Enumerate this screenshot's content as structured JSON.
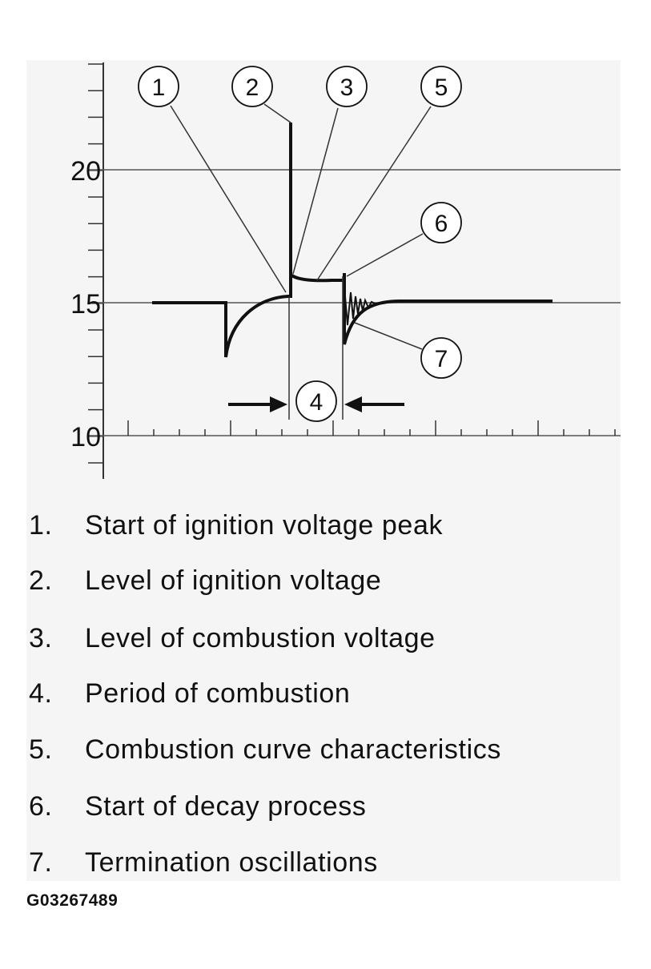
{
  "axis": {
    "y_ticks": [
      "20",
      "15",
      "10"
    ]
  },
  "callouts": [
    "1",
    "2",
    "3",
    "5",
    "6",
    "7",
    "4"
  ],
  "legend": [
    {
      "num": "1.",
      "text": "Start of ignition voltage peak"
    },
    {
      "num": "2.",
      "text": "Level of ignition voltage"
    },
    {
      "num": "3.",
      "text": "Level of combustion voltage"
    },
    {
      "num": "4.",
      "text": "Period of combustion"
    },
    {
      "num": "5.",
      "text": "Combustion curve characteristics"
    },
    {
      "num": "6.",
      "text": "Start of decay process"
    },
    {
      "num": "7.",
      "text": "Termination oscillations"
    }
  ],
  "figure_id": "G03267489"
}
